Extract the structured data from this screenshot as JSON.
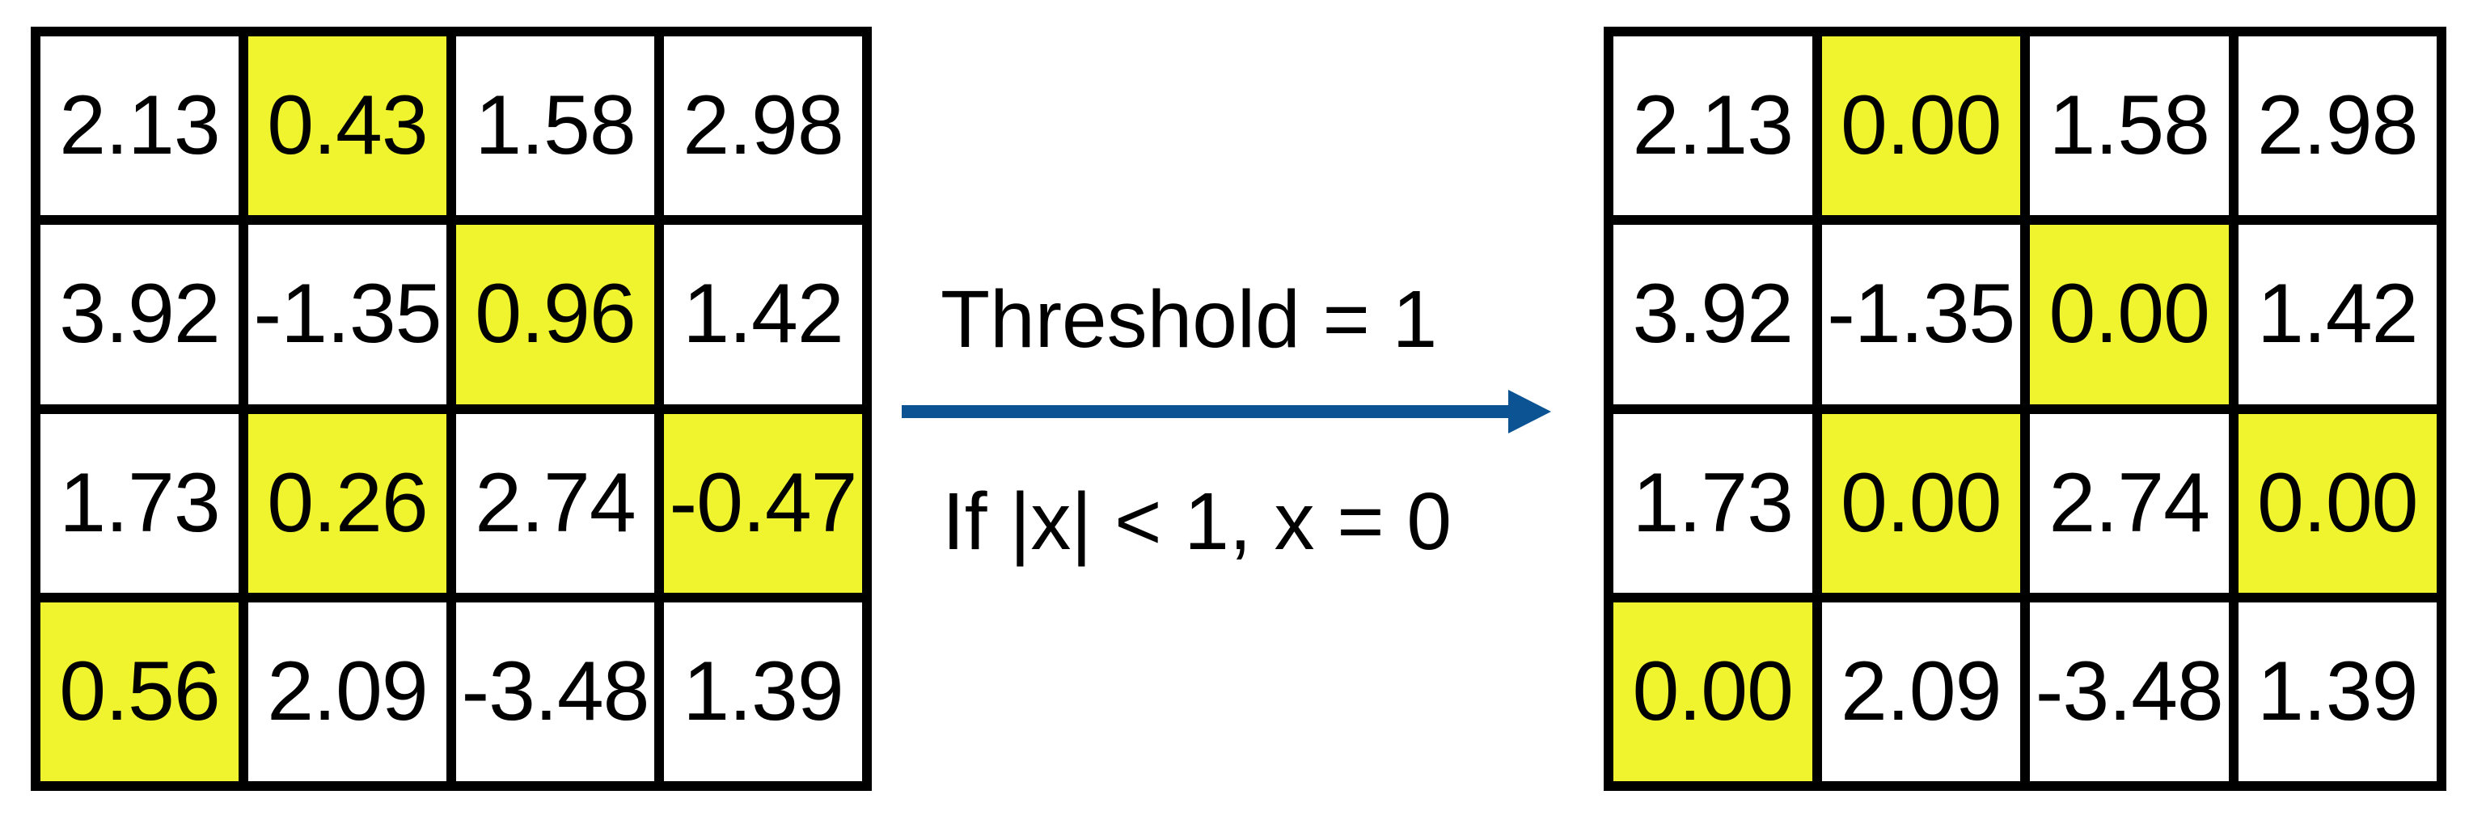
{
  "diagram": {
    "operation": {
      "threshold_label": "Threshold = 1",
      "rule_label": "If |x| < 1, x = 0"
    }
  },
  "colors": {
    "highlight": "#f0f42e",
    "arrow": "#0c5394",
    "border": "#000000",
    "background": "#ffffff",
    "text": "#000000"
  },
  "matrices": {
    "left": {
      "title": "input-matrix",
      "rows": [
        {
          "cells": [
            {
              "value": "2.13",
              "highlight": false
            },
            {
              "value": "0.43",
              "highlight": true
            },
            {
              "value": "1.58",
              "highlight": false
            },
            {
              "value": "2.98",
              "highlight": false
            }
          ]
        },
        {
          "cells": [
            {
              "value": "3.92",
              "highlight": false
            },
            {
              "value": "-1.35",
              "highlight": false
            },
            {
              "value": "0.96",
              "highlight": true
            },
            {
              "value": "1.42",
              "highlight": false
            }
          ]
        },
        {
          "cells": [
            {
              "value": "1.73",
              "highlight": false
            },
            {
              "value": "0.26",
              "highlight": true
            },
            {
              "value": "2.74",
              "highlight": false
            },
            {
              "value": "-0.47",
              "highlight": true
            }
          ]
        },
        {
          "cells": [
            {
              "value": "0.56",
              "highlight": true
            },
            {
              "value": "2.09",
              "highlight": false
            },
            {
              "value": "-3.48",
              "highlight": false
            },
            {
              "value": "1.39",
              "highlight": false
            }
          ]
        }
      ]
    },
    "right": {
      "title": "output-matrix",
      "rows": [
        {
          "cells": [
            {
              "value": "2.13",
              "highlight": false
            },
            {
              "value": "0.00",
              "highlight": true
            },
            {
              "value": "1.58",
              "highlight": false
            },
            {
              "value": "2.98",
              "highlight": false
            }
          ]
        },
        {
          "cells": [
            {
              "value": "3.92",
              "highlight": false
            },
            {
              "value": "-1.35",
              "highlight": false
            },
            {
              "value": "0.00",
              "highlight": true
            },
            {
              "value": "1.42",
              "highlight": false
            }
          ]
        },
        {
          "cells": [
            {
              "value": "1.73",
              "highlight": false
            },
            {
              "value": "0.00",
              "highlight": true
            },
            {
              "value": "2.74",
              "highlight": false
            },
            {
              "value": "0.00",
              "highlight": true
            }
          ]
        },
        {
          "cells": [
            {
              "value": "0.00",
              "highlight": true
            },
            {
              "value": "2.09",
              "highlight": false
            },
            {
              "value": "-3.48",
              "highlight": false
            },
            {
              "value": "1.39",
              "highlight": false
            }
          ]
        }
      ]
    }
  }
}
